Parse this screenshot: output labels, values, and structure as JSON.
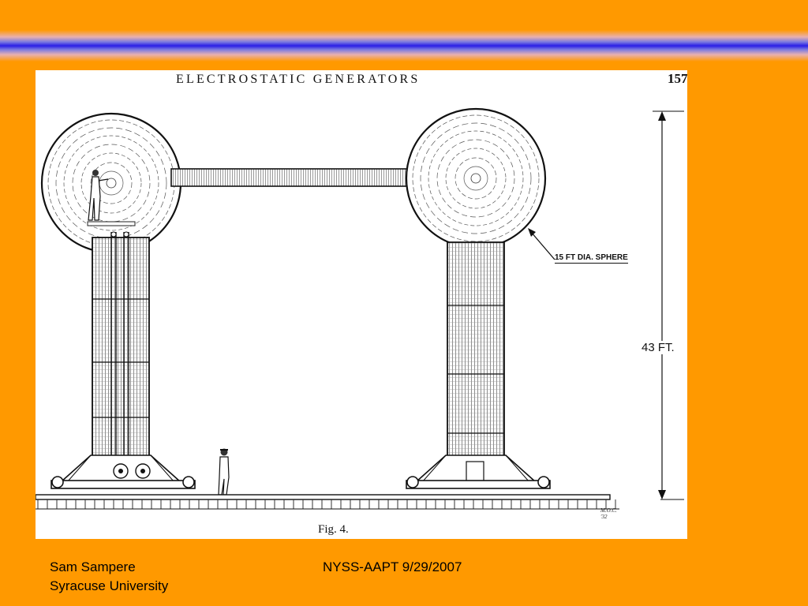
{
  "slide": {
    "background_color": "#FF9900",
    "band_color": "#2A1EE6"
  },
  "figure": {
    "title": "ELECTROSTATIC GENERATORS",
    "page_number": "157",
    "caption": "Fig. 4.",
    "sphere_label": "15 FT DIA. SPHERE",
    "height_label": "43 FT.",
    "signature": "M.O.C. '32"
  },
  "footer": {
    "author_name": "Sam Sampere",
    "author_affiliation": "Syracuse University",
    "event": "NYSS-AAPT 9/29/2007"
  }
}
